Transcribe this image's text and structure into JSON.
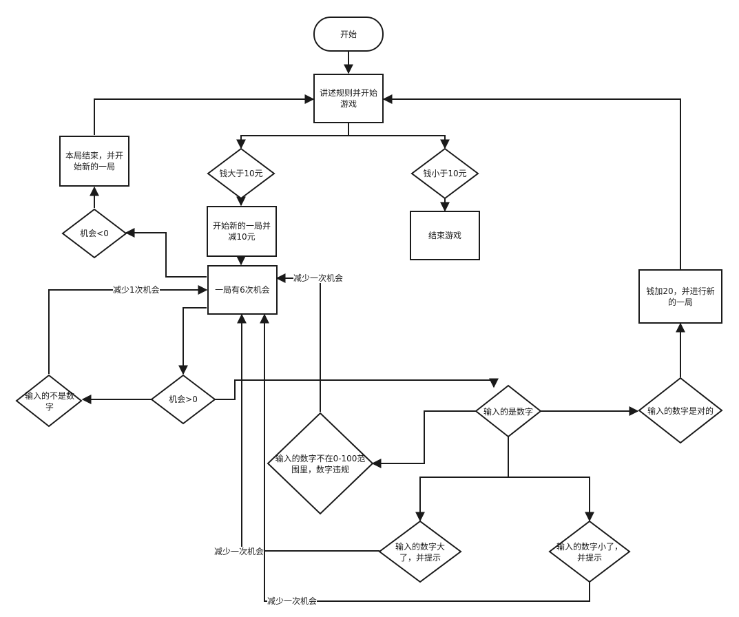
{
  "nodes": {
    "start": "开始",
    "rules": "讲述规则并开始游戏",
    "round_end": "本局结束，并开始新的一局",
    "money_gt": "钱大于10元",
    "money_lt": "钱小于10元",
    "new_round": "开始新的一局并减10元",
    "end_game": "结束游戏",
    "chance_lt0": "机会<0",
    "six_chances": "一局有6次机会",
    "chance_gt0": "机会>0",
    "not_number": "输入的不是数字",
    "is_number": "输入的是数字",
    "out_of_range": "输入的数字不在0-100范围里，数字违规",
    "too_big": "输入的数字大了，并提示",
    "too_small": "输入的数字小了，并提示",
    "correct": "输入的数字是对的",
    "add_money": "钱加20，并进行新的一局"
  },
  "edge_labels": {
    "minus_1": "减少1次机会",
    "minus_range": "减少一次机会",
    "minus_big": "减少一次机会",
    "minus_small": "减少一次机会"
  }
}
